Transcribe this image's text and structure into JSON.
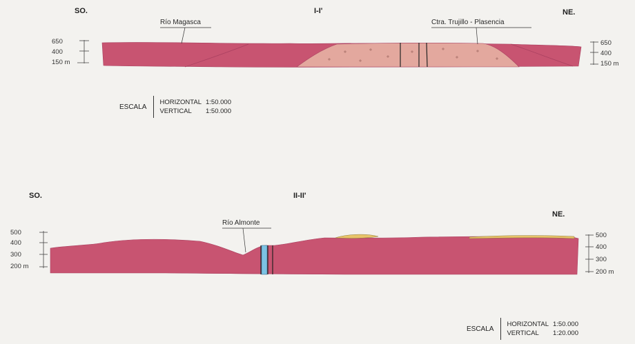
{
  "section1": {
    "left_dir": "SO.",
    "title": "I-I'",
    "right_dir": "NE.",
    "river_label": "Río Magasca",
    "road_label": "Ctra. Trujillo - Plasencia",
    "left_ticks": [
      "650",
      "400",
      "150 m"
    ],
    "right_ticks": [
      "650",
      "400",
      "150 m"
    ],
    "scale": {
      "label": "ESCALA",
      "h_label": "HORIZONTAL",
      "h_value": "1:50.000",
      "v_label": "VERTICAL",
      "v_value": "1:50.000"
    }
  },
  "section2": {
    "left_dir": "SO.",
    "title": "II-II'",
    "right_dir": "NE.",
    "river_label": "Río Almonte",
    "left_ticks": [
      "500",
      "400",
      "300",
      "200 m"
    ],
    "right_ticks": [
      "500",
      "400",
      "300",
      "200 m"
    ],
    "scale": {
      "label": "ESCALA",
      "h_label": "HORIZONTAL",
      "h_value": "1:50.000",
      "v_label": "VERTICAL",
      "v_value": "1:20.000"
    }
  },
  "colors": {
    "slate": "#c85471",
    "granite": "#e3a89e",
    "cover": "#e8c46a",
    "water": "#7cc3e3",
    "background": "#f3f2ef"
  }
}
